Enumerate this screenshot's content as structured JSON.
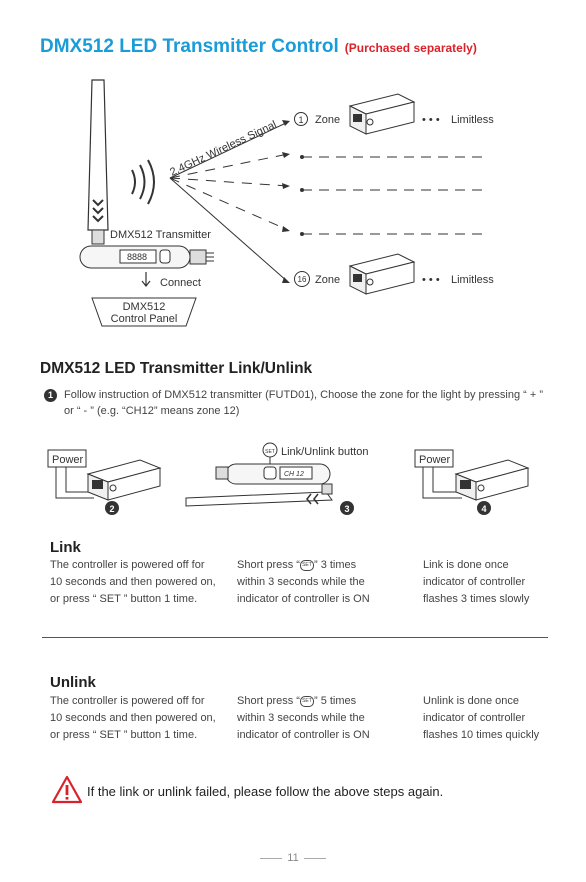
{
  "header": {
    "title": "DMX512 LED Transmitter Control",
    "note": "(Purchased separately)"
  },
  "diagram": {
    "signal_label": "2.4GHz Wireless Signal",
    "transmitter_label": "DMX512 Transmitter",
    "connect_label": "Connect",
    "control_panel_line1": "DMX512",
    "control_panel_line2": "Control Panel",
    "zone_first_num": "1",
    "zone_last_num": "16",
    "zone_label": "Zone",
    "limitless_label": "Limitless",
    "dots": "• • •",
    "display_text": "8888"
  },
  "link_section": {
    "heading": "DMX512 LED Transmitter Link/Unlink",
    "step1_num": "1",
    "step1_text": "Follow instruction of DMX512 transmitter (FUTD01), Choose the zone for the light by pressing “ + ” or “ - ”  (e.g. “CH12” means zone 12)",
    "power_label": "Power",
    "link_unlink_button": "Link/Unlink button",
    "set_text": "SET",
    "step2_num": "2",
    "step3_num": "3",
    "step4_num": "4",
    "ch_display": "CH 12"
  },
  "link": {
    "title": "Link",
    "col1": "The controller is powered off for\n10 seconds and then powered on,\nor press “ SET ” button 1 time.",
    "col2_a": "Short press “",
    "col2_b": "” 3 times\nwithin 3 seconds while the\nindicator of controller is ON",
    "col3": "Link is done once\nindicator of controller\nflashes 3 times slowly"
  },
  "unlink": {
    "title": "Unlink",
    "col1": "The controller is powered off for\n10 seconds and then powered on,\nor press “ SET ” button 1 time.",
    "col2_a": "Short press “",
    "col2_b": "” 5 times\nwithin 3 seconds while the\nindicator of controller is ON",
    "col3": "Unlink is done once\nindicator of controller\nflashes 10 times quickly"
  },
  "warning": {
    "icon": "warning-triangle-icon",
    "text": "If the link or unlink failed, please follow the above steps again."
  },
  "footer": {
    "page_number": "11"
  },
  "colors": {
    "title_blue": "#1a9cd8",
    "note_red": "#d9232a",
    "warning_red": "#d9232a"
  }
}
